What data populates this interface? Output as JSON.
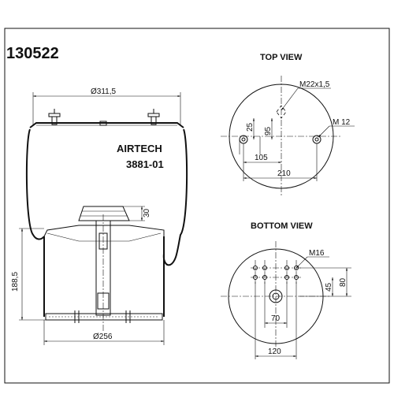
{
  "part_number": "130522",
  "brand": "AIRTECH",
  "model": "3881-01",
  "side_view": {
    "top_diameter": "Ø311,5",
    "bottom_diameter": "Ø256",
    "height": "188,5",
    "piston_height": "30"
  },
  "top_view": {
    "title": "TOP VIEW",
    "center_thread": "M22x1,5",
    "stud_thread": "M 12",
    "dim_25": "25",
    "dim_95": "95",
    "dim_105": "105",
    "dim_210": "210"
  },
  "bottom_view": {
    "title": "BOTTOM VIEW",
    "stud_thread": "M16",
    "dim_80": "80",
    "dim_45": "45",
    "dim_70": "70",
    "dim_120": "120"
  }
}
